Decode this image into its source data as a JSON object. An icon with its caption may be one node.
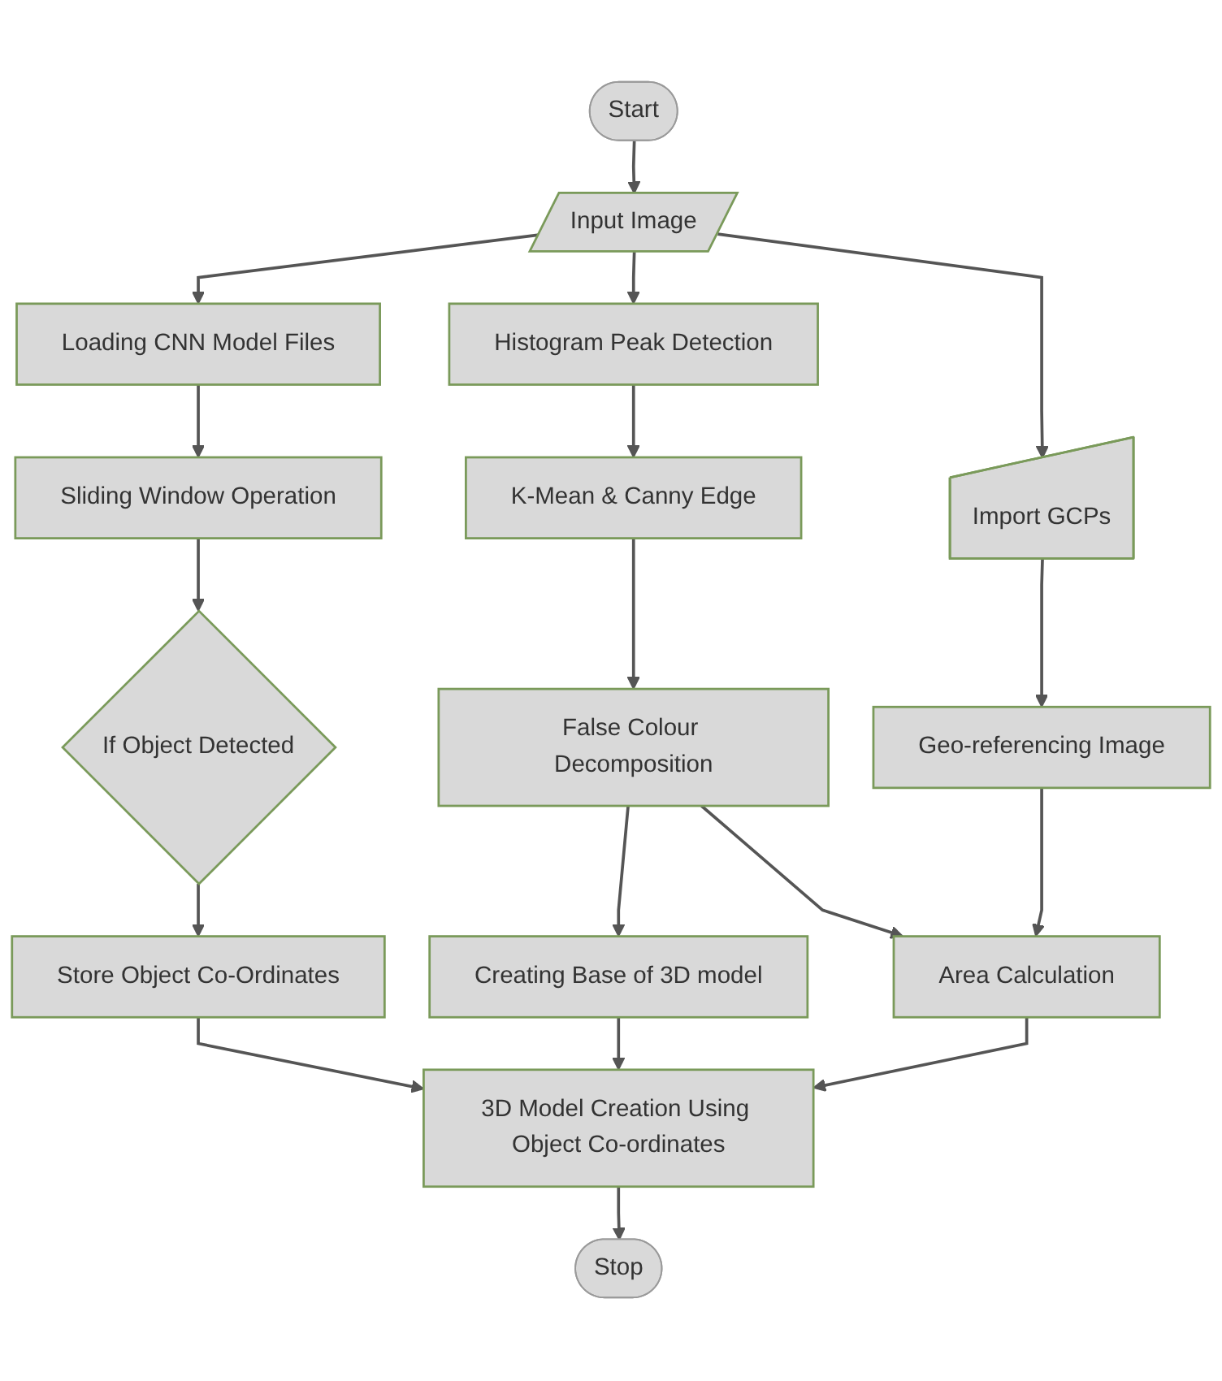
{
  "diagram": {
    "nodes": [
      {
        "text": [
          "Start"
        ]
      },
      {
        "text": [
          "Input Image"
        ]
      },
      {
        "text": [
          "Histogram Peak Detection"
        ]
      },
      {
        "text": [
          "Import GCPs"
        ]
      },
      {
        "text": [
          "Loading CNN Model Files"
        ]
      },
      {
        "text": [
          "K-Mean & Canny Edge"
        ]
      },
      {
        "text": [
          "Geo-referencing Image"
        ]
      },
      {
        "text": [
          "Sliding Window Operation"
        ]
      },
      {
        "text": [
          "False Colour Decomposition"
        ]
      },
      {
        "text": [
          "Area Calculation"
        ]
      },
      {
        "text": [
          "If Object Detected"
        ]
      },
      {
        "text": [
          "Creating Base of 3D model"
        ]
      },
      {
        "text": [
          "Store Object Co-Ordinates"
        ]
      },
      {
        "text": [
          "3D Model Creation Using Object Co-ordinates"
        ]
      },
      {
        "text": [
          "Stop"
        ]
      }
    ],
    "edges": [
      {
        "from": 0,
        "to": 1,
        "arrow": "to"
      },
      {
        "from": 1,
        "to": 2,
        "arrow": "to"
      },
      {
        "from": 1,
        "to": 3,
        "arrow": "to"
      },
      {
        "from": 1,
        "to": 4,
        "arrow": "to"
      },
      {
        "from": 2,
        "to": 5,
        "arrow": "to"
      },
      {
        "from": 5,
        "to": 8,
        "arrow": "to"
      },
      {
        "from": 8,
        "to": 9,
        "arrow": "to"
      },
      {
        "from": 8,
        "to": 11,
        "arrow": "to"
      },
      {
        "from": 3,
        "to": 6,
        "arrow": "to"
      },
      {
        "from": 6,
        "to": 9,
        "arrow": "to"
      },
      {
        "from": 4,
        "to": 7,
        "arrow": "to"
      },
      {
        "from": 7,
        "to": 10,
        "arrow": "to"
      },
      {
        "from": 10,
        "to": 12,
        "arrow": "to"
      },
      {
        "from": 12,
        "to": 13,
        "arrow": "to"
      },
      {
        "from": 11,
        "to": 13,
        "arrow": "to"
      },
      {
        "from": 9,
        "to": 13,
        "arrow": "to"
      },
      {
        "from": 13,
        "to": 14,
        "arrow": "to"
      }
    ]
  }
}
